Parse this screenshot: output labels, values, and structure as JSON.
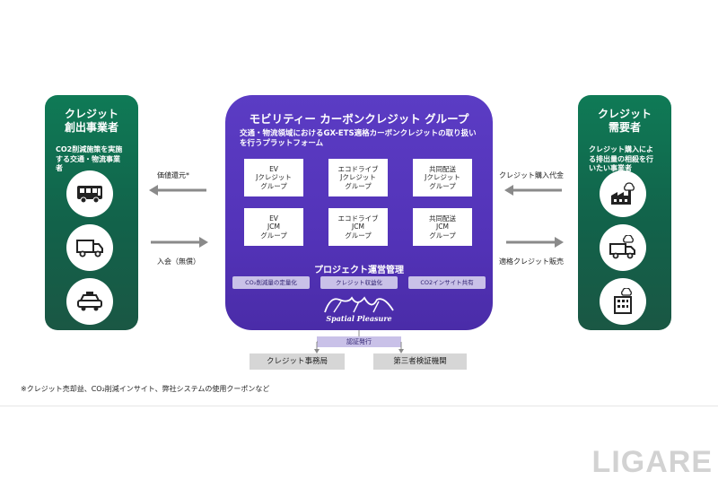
{
  "left_panel": {
    "title": "クレジット\n創出事業者",
    "desc": "CO2削減施策を実施\nする交通・物流事業\n者",
    "icons": [
      "bus-icon",
      "truck-icon",
      "taxi-icon"
    ]
  },
  "right_panel": {
    "title": "クレジット\n需要者",
    "desc": "クレジット購入によ\nる排出量の相殺を行\nいたい事業者",
    "icons": [
      "factory-icon",
      "truck-icon",
      "building-icon"
    ]
  },
  "center": {
    "title": "モビリティー カーボンクレジット グループ",
    "subtitle": "交通・物流領域におけるGX-ETS適格カーボンクレジットの取り扱い\nを行うプラットフォーム",
    "groups": [
      "EV\nJクレジット\nグループ",
      "エコドライブ\nJクレジット\nグループ",
      "共同配送\nJクレジット\nグループ",
      "EV\nJCM\nグループ",
      "エコドライブ\nJCM\nグループ",
      "共同配送\nJCM\nグループ"
    ],
    "pm_title": "プロジェクト運営管理",
    "pm_tags": [
      "CO₂削減量の定量化",
      "クレジット収益化",
      "CO2インサイト共有"
    ],
    "logo_text": "Spatial Pleasure"
  },
  "arrows": {
    "left_top": "価値還元*",
    "left_bottom": "入会（無償）",
    "right_top": "クレジット購入代金",
    "right_bottom": "適格クレジット販売"
  },
  "approval": "認証発行",
  "bottom_boxes": [
    "クレジット事務局",
    "第三者検証機関"
  ],
  "footnote": "※クレジット売却益、CO₂削減インサイト、弊社システムの使用クーポンなど",
  "watermark": "LIGARE",
  "colors": {
    "green": "#0f7a56",
    "purple": "#5b3cc4",
    "arrow_gray": "#8a8a8a",
    "tag_lavender": "#c9c1e8"
  }
}
